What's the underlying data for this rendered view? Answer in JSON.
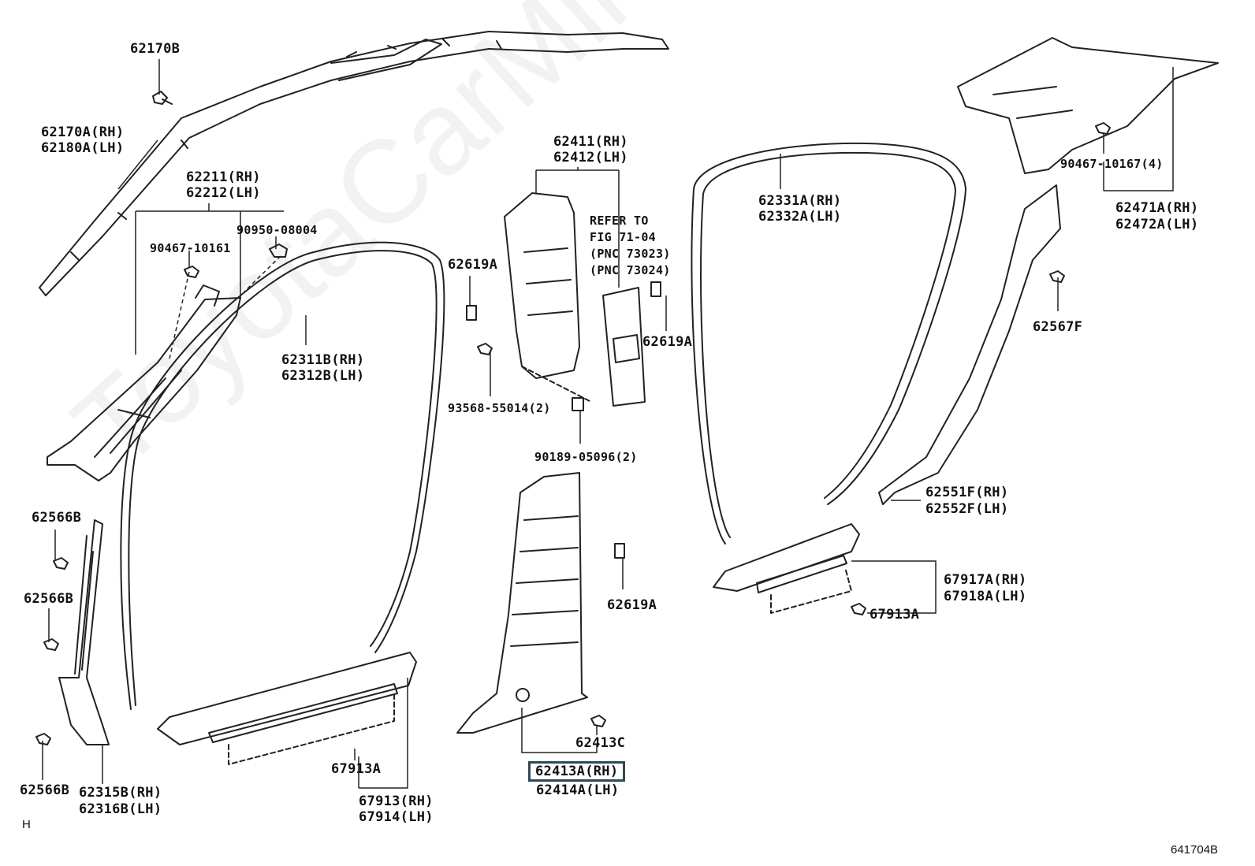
{
  "watermark": "ToyotaCarMine.ru",
  "diagram_id": "641704B",
  "corner_mark": "H",
  "labels": {
    "p62170B": "62170B",
    "p62170A": "62170A(RH)",
    "p62180A": "62180A(LH)",
    "p62211": "62211(RH)",
    "p62212": "62212(LH)",
    "p90950": "90950-08004",
    "p90467a": "90467-10161",
    "p62311B": "62311B(RH)",
    "p62312B": "62312B(LH)",
    "p62566B_1": "62566B",
    "p62566B_2": "62566B",
    "p62566B_3": "62566B",
    "p62315B": "62315B(RH)",
    "p62316B": "62316B(LH)",
    "p67913A_1": "67913A",
    "p67913": "67913(RH)",
    "p67914": "67914(LH)",
    "p62411": "62411(RH)",
    "p62412": "62412(LH)",
    "refer1": "REFER TO",
    "refer2": "FIG 71-04",
    "refer3": "(PNC 73023)",
    "refer4": "(PNC 73024)",
    "p62619A_1": "62619A",
    "p62619A_2": "62619A",
    "p62619A_3": "62619A",
    "p93568": "93568-55014(2)",
    "p90189": "90189-05096(2)",
    "p62413C": "62413C",
    "p62413A": "62413A(RH)",
    "p62414A": "62414A(LH)",
    "p62331A": "62331A(RH)",
    "p62332A": "62332A(LH)",
    "p90467b": "90467-10167(4)",
    "p62471A": "62471A(RH)",
    "p62472A": "62472A(LH)",
    "p62567F": "62567F",
    "p62551F": "62551F(RH)",
    "p62552F": "62552F(LH)",
    "p67917A": "67917A(RH)",
    "p67918A": "67918A(LH)",
    "p67913A_2": "67913A"
  }
}
